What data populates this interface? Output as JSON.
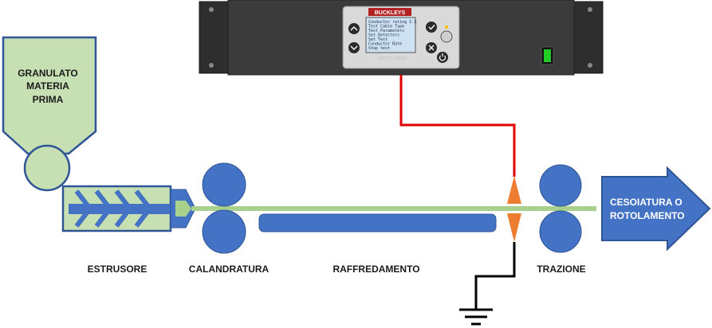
{
  "instrument": {
    "brand": "BUCKLEYS",
    "model": "DCCT PRO",
    "screen_lines": [
      "Conductor rating 1-3",
      "Test Cable Type",
      "Test Parameters",
      "Set Detectors",
      "Set Test",
      "Conductor Rate",
      "Stop test"
    ]
  },
  "process": {
    "hopper_label": [
      "GRANULATO",
      "MATERIA",
      "PRIMA"
    ],
    "output_label": [
      "CESOIATURA O",
      "ROTOLAMENTO"
    ],
    "stages": [
      "ESTRUSORE",
      "CALANDRATURA",
      "RAFFREDAMENTO",
      "TRAZIONE"
    ]
  },
  "colors": {
    "hopper_fill": "#c6e0b4",
    "hopper_stroke": "#2f5597",
    "roller_fill": "#4472c4",
    "line_fill": "#a9d18e",
    "signal_wire": "#e00000",
    "ground_wire": "#000000",
    "electrode": "#ed7d31",
    "panel": "#3c3c3c"
  }
}
